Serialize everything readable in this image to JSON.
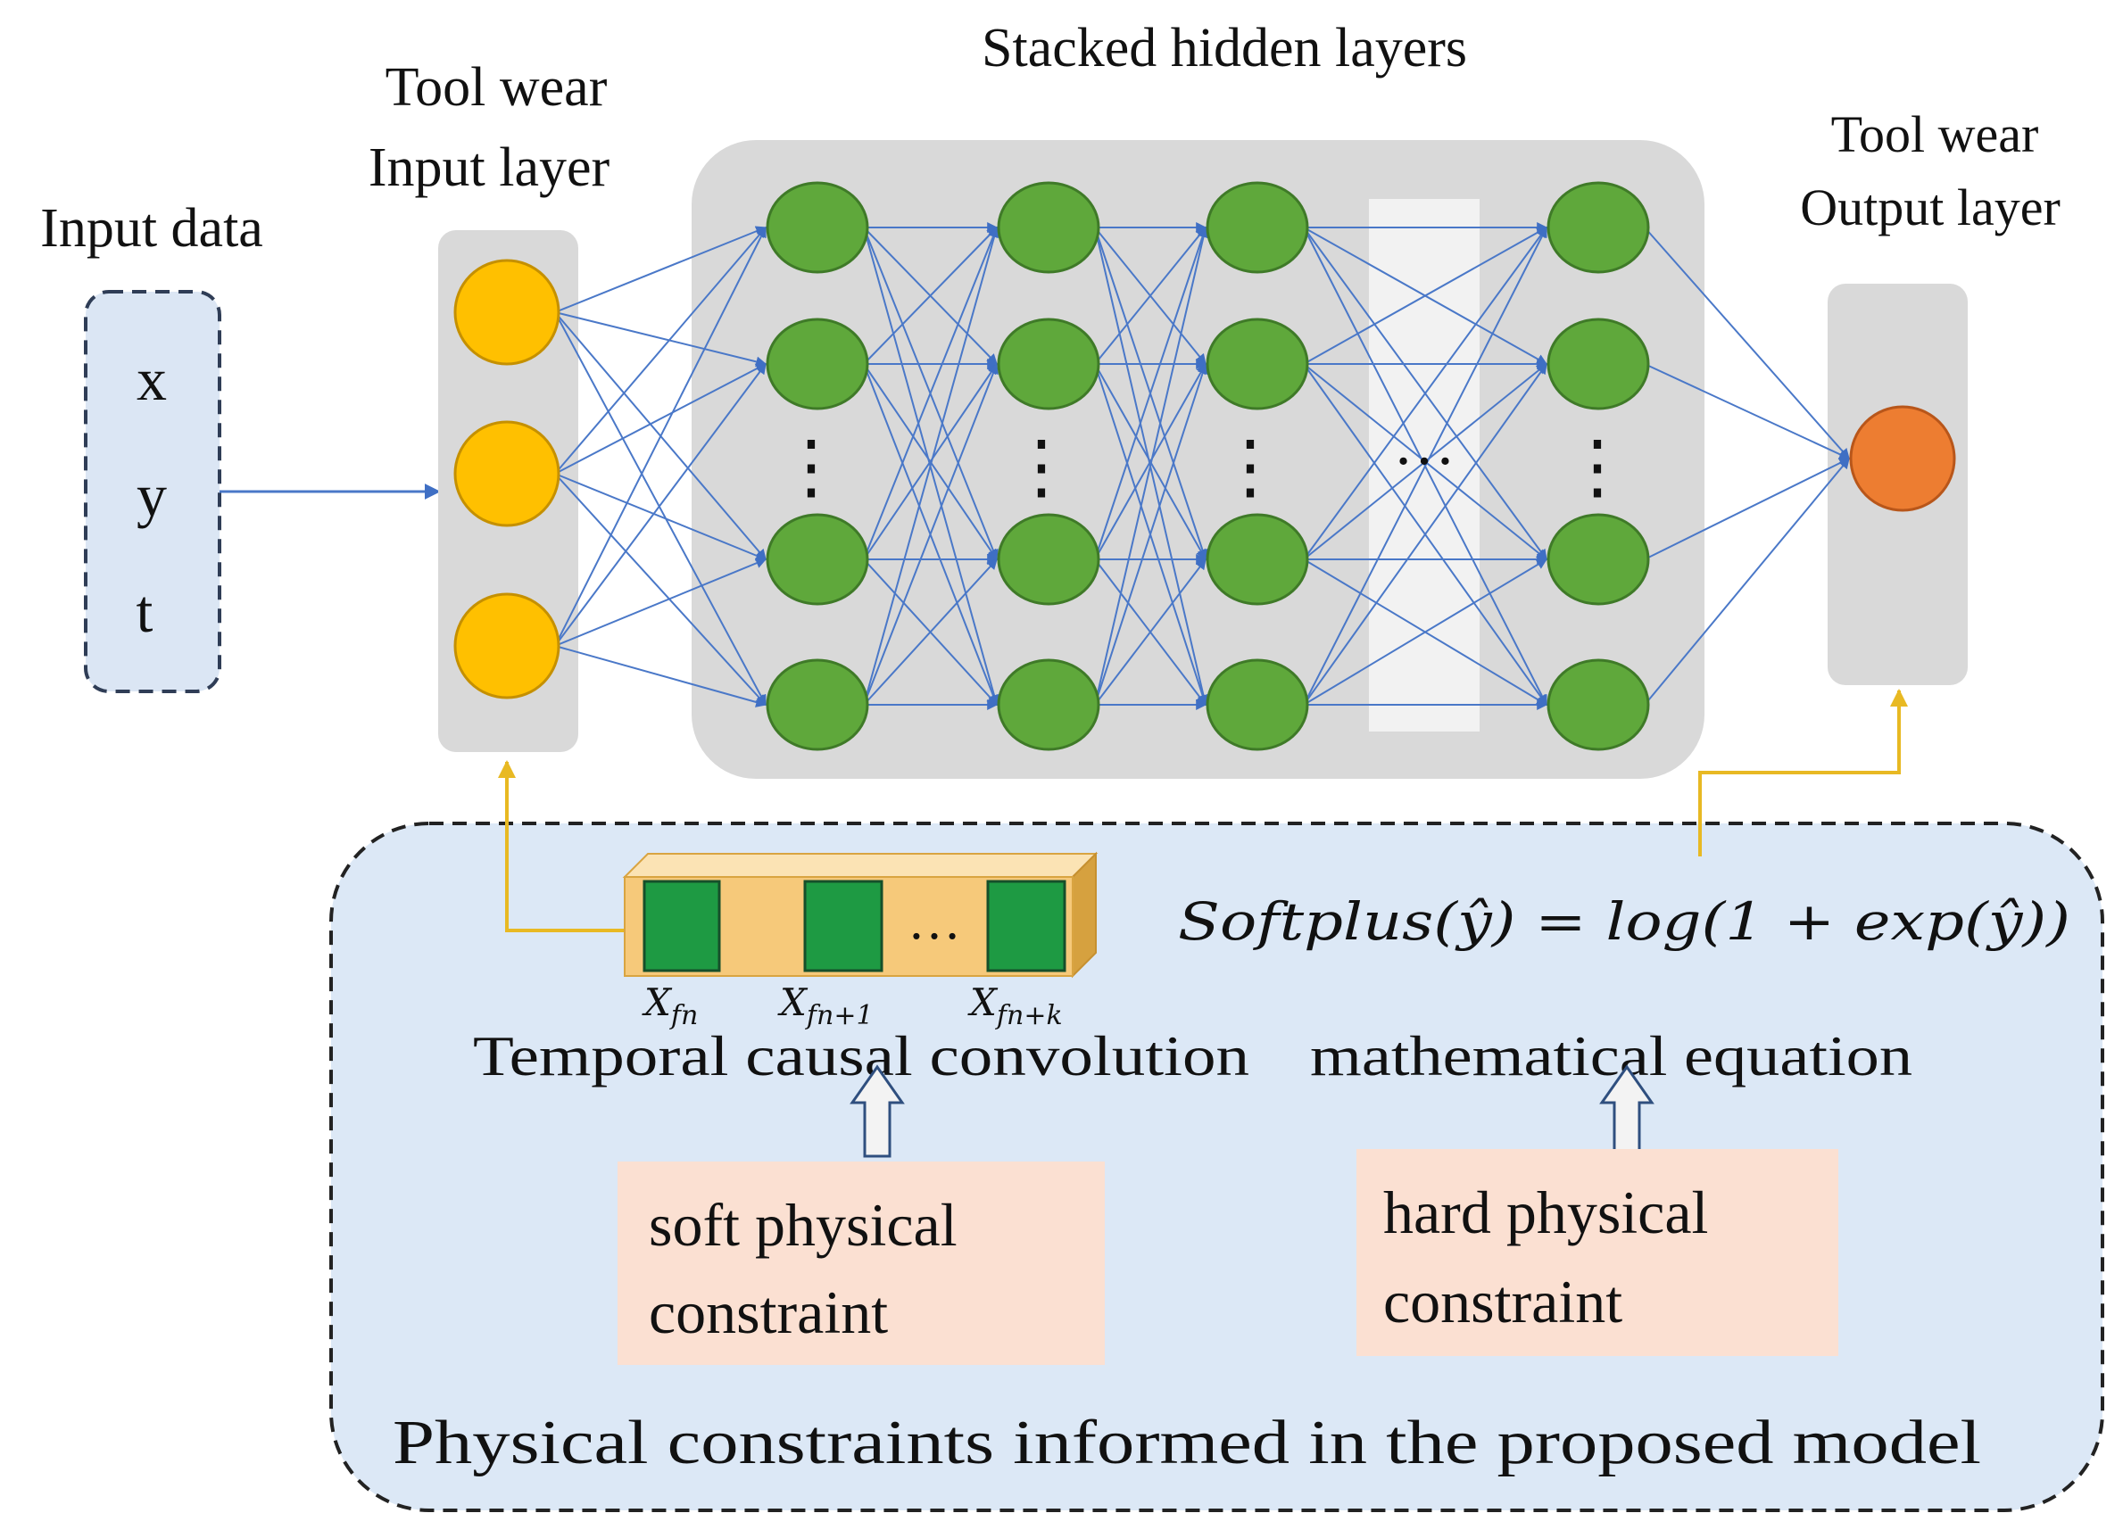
{
  "title": "Stacked hidden layers",
  "labels": {
    "input_data": "Input data",
    "input_layer_line1": "Tool wear",
    "input_layer_line2": "Input layer",
    "output_layer_line1": "Tool wear",
    "output_layer_line2": "Output layer",
    "ellipsis": "…",
    "vdots": "⋮"
  },
  "input_variables": [
    "x",
    "y",
    "t"
  ],
  "network": {
    "input_nodes": 3,
    "hidden_layers_shown": 4,
    "nodes_per_hidden_layer_shown": 4,
    "output_nodes": 1
  },
  "constraints_panel": {
    "caption": "Physical constraints informed in the proposed model",
    "conv_label": "Temporal causal convolution",
    "equation_label": "mathematical equation",
    "equation": "Softplus(ŷ) = log(1 + exp(ŷ))",
    "features": [
      {
        "base": "X",
        "sub": "fn"
      },
      {
        "base": "X",
        "sub": "fn+1"
      },
      {
        "base": "X",
        "sub": "fn+k"
      }
    ],
    "soft_constraint_line1": "soft physical",
    "soft_constraint_line2": "constraint",
    "hard_constraint_line1": "hard physical",
    "hard_constraint_line2": "constraint"
  },
  "colors": {
    "input_box_fill": "#dbe6f4",
    "layer_panel_fill": "#d9d9d9",
    "input_node": "#ffc000",
    "hidden_node": "#5fa83b",
    "output_node": "#ed7d31",
    "connection": "#4a78c8",
    "arrow_yellow": "#e8b923",
    "constraint_box": "#fbe0d2",
    "panel_fill": "#dce8f6",
    "conv_bar": "#f6c97a",
    "conv_cell": "#1e9a43"
  }
}
